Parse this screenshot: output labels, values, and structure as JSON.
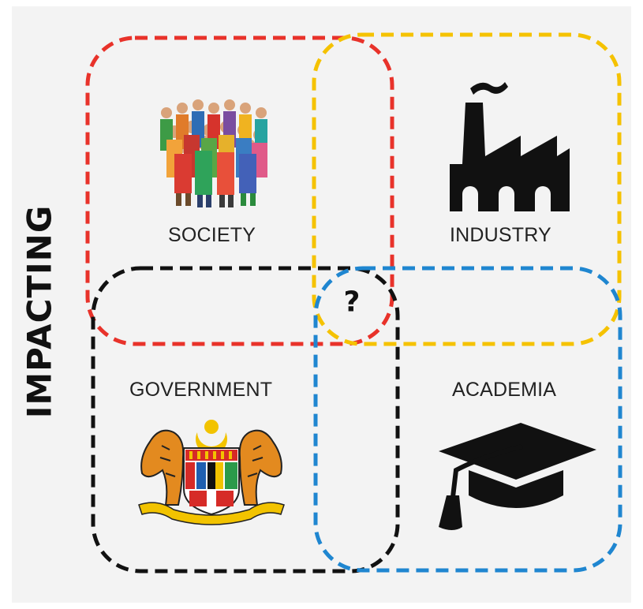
{
  "side_title": "IMPACTING",
  "center_mark": "?",
  "quadrants": {
    "society": {
      "label": "SOCIETY",
      "icon": "people-crowd-icon",
      "color": "#e8322a"
    },
    "industry": {
      "label": "INDUSTRY",
      "icon": "factory-icon",
      "color": "#f5c200"
    },
    "government": {
      "label": "GOVERNMENT",
      "icon": "coat-of-arms-icon",
      "color": "#111111"
    },
    "academia": {
      "label": "ACADEMIA",
      "icon": "graduation-cap-icon",
      "color": "#1f86d0"
    }
  }
}
